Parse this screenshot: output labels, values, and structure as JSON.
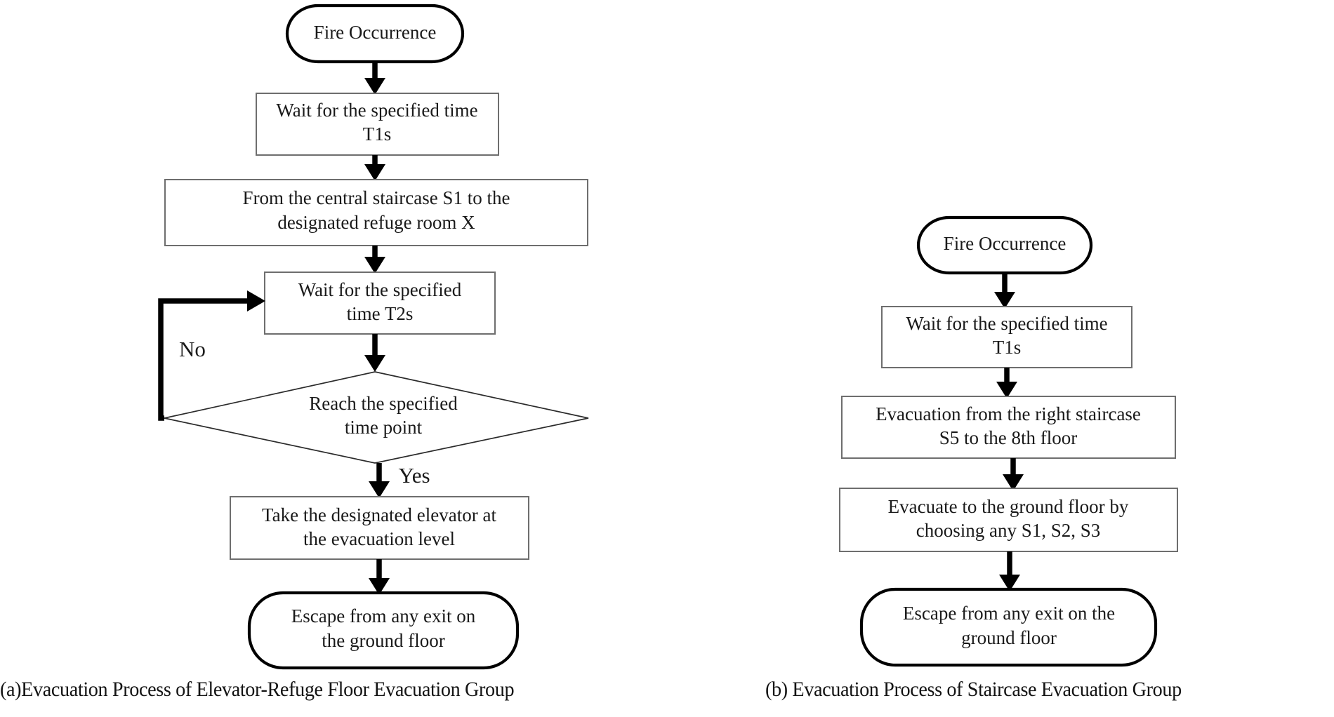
{
  "figure": {
    "kind": "flowchart-pair",
    "panels": [
      {
        "id": "a",
        "caption": "(a)Evacuation Process of Elevator-Refuge Floor Evacuation Group",
        "nodes": [
          {
            "id": "a1",
            "shape": "terminator",
            "text_lines": [
              "Fire Occurrence"
            ]
          },
          {
            "id": "a2",
            "shape": "process",
            "text_lines": [
              "Wait for the specified time",
              "T1s"
            ]
          },
          {
            "id": "a3",
            "shape": "process",
            "text_lines": [
              "From the central staircase S1 to the",
              "designated refuge room X"
            ]
          },
          {
            "id": "a4",
            "shape": "process",
            "text_lines": [
              "Wait for the specified",
              "time T2s"
            ]
          },
          {
            "id": "a5",
            "shape": "decision",
            "text_lines": [
              "Reach the specified",
              "time point"
            ]
          },
          {
            "id": "a6",
            "shape": "process",
            "text_lines": [
              "Take the designated elevator at",
              "the evacuation level"
            ]
          },
          {
            "id": "a7",
            "shape": "terminator",
            "text_lines": [
              "Escape from any exit on",
              "the ground floor"
            ]
          }
        ],
        "edges": [
          {
            "from": "a1",
            "to": "a2",
            "label": ""
          },
          {
            "from": "a2",
            "to": "a3",
            "label": ""
          },
          {
            "from": "a3",
            "to": "a4",
            "label": ""
          },
          {
            "from": "a4",
            "to": "a5",
            "label": ""
          },
          {
            "from": "a5",
            "to": "a4",
            "label": "No"
          },
          {
            "from": "a5",
            "to": "a6",
            "label": "Yes"
          },
          {
            "from": "a6",
            "to": "a7",
            "label": ""
          }
        ]
      },
      {
        "id": "b",
        "caption": "(b) Evacuation Process of Staircase Evacuation Group",
        "nodes": [
          {
            "id": "b1",
            "shape": "terminator",
            "text_lines": [
              "Fire Occurrence"
            ]
          },
          {
            "id": "b2",
            "shape": "process",
            "text_lines": [
              "Wait for the specified time",
              "T1s"
            ]
          },
          {
            "id": "b3",
            "shape": "process",
            "text_lines": [
              "Evacuation from the right staircase",
              "S5 to the 8th floor"
            ]
          },
          {
            "id": "b4",
            "shape": "process",
            "text_lines": [
              "Evacuate to the ground floor by",
              "choosing any S1, S2, S3"
            ]
          },
          {
            "id": "b5",
            "shape": "terminator",
            "text_lines": [
              "Escape from any exit on the",
              "ground floor"
            ]
          }
        ],
        "edges": [
          {
            "from": "b1",
            "to": "b2",
            "label": ""
          },
          {
            "from": "b2",
            "to": "b3",
            "label": ""
          },
          {
            "from": "b3",
            "to": "b4",
            "label": ""
          },
          {
            "from": "b4",
            "to": "b5",
            "label": ""
          }
        ]
      }
    ]
  },
  "panel_a": {
    "n1_l1": "Fire Occurrence",
    "n2_l1": "Wait for the specified time",
    "n2_l2": "T1s",
    "n3_l1": "From the central staircase S1 to the",
    "n3_l2": "designated refuge room X",
    "n4_l1": "Wait for the specified",
    "n4_l2": "time T2s",
    "n5_l1": "Reach the specified",
    "n5_l2": "time point",
    "n6_l1": "Take the designated elevator at",
    "n6_l2": "the evacuation level",
    "n7_l1": "Escape from any exit on",
    "n7_l2": "the ground floor",
    "label_no": "No",
    "label_yes": "Yes",
    "caption": "(a)Evacuation Process of Elevator-Refuge Floor Evacuation Group"
  },
  "panel_b": {
    "n1_l1": "Fire Occurrence",
    "n2_l1": "Wait for the specified time",
    "n2_l2": "T1s",
    "n3_l1": "Evacuation from the right staircase",
    "n3_l2": "S5 to the 8th floor",
    "n4_l1": "Evacuate to the ground floor by",
    "n4_l2": "choosing any S1, S2, S3",
    "n5_l1": "Escape from any exit on the",
    "n5_l2": "ground floor",
    "caption": "(b) Evacuation Process of Staircase Evacuation Group"
  },
  "colors": {
    "background": "#ffffff",
    "text": "#1a1a1a",
    "terminator_stroke": "#000000",
    "process_stroke": "#6e6e6e",
    "decision_stroke": "#2b2b2b",
    "arrow": "#000000"
  }
}
